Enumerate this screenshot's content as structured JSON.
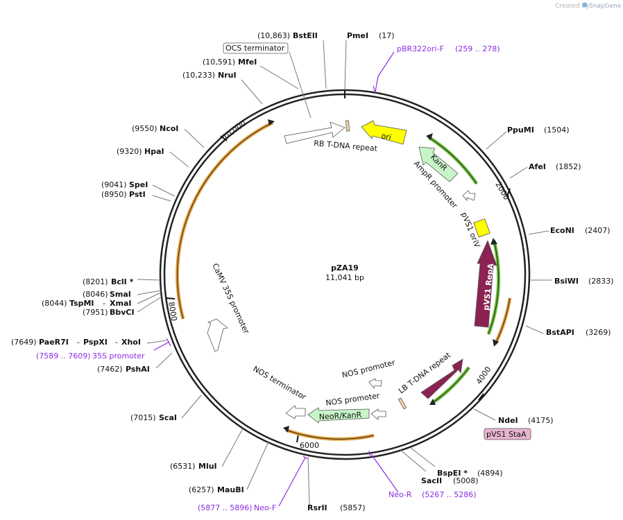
{
  "branding": {
    "credit_prefix": "Created by",
    "credit_app": "SnapGene"
  },
  "plasmid": {
    "name": "pZA19",
    "length_label": "11,041 bp"
  },
  "tick_labels": {
    "t2000": "2000",
    "t4000": "4000",
    "t6000": "6000",
    "t8000": "8000",
    "t10000": "10,000"
  },
  "sites": {
    "bsteii": {
      "name": "BstEII",
      "pos": "(10,863)"
    },
    "pmei": {
      "name": "PmeI",
      "pos": "(17)"
    },
    "mfei": {
      "name": "MfeI",
      "pos": "(10,591)"
    },
    "nrui": {
      "name": "NruI",
      "pos": "(10,233)"
    },
    "ncoi": {
      "name": "NcoI",
      "pos": "(9550)"
    },
    "hpai": {
      "name": "HpaI",
      "pos": "(9320)"
    },
    "spei": {
      "name": "SpeI",
      "pos": "(9041)"
    },
    "psti": {
      "name": "PstI",
      "pos": "(8950)"
    },
    "bcli": {
      "name": "BclI *",
      "pos": "(8201)"
    },
    "smai": {
      "name": "SmaI",
      "pos": "(8046)"
    },
    "tspmi": {
      "name": "TspMI",
      "sep": "-",
      "name2": "XmaI",
      "pos": "(8044)"
    },
    "bbvci": {
      "name": "BbvCI",
      "pos": "(7951)"
    },
    "paer7i": {
      "name": "PaeR7I",
      "sep1": "-",
      "name2": "PspXI",
      "sep2": "-",
      "name3": "XhoI",
      "pos": "(7649)"
    },
    "pshai": {
      "name": "PshAI",
      "pos": "(7462)"
    },
    "scai": {
      "name": "ScaI",
      "pos": "(7015)"
    },
    "mlui": {
      "name": "MluI",
      "pos": "(6531)"
    },
    "maubi": {
      "name": "MauBI",
      "pos": "(6257)"
    },
    "rsrii": {
      "name": "RsrII",
      "pos": "(5857)"
    },
    "saccii": {
      "name": "SacII",
      "pos": "(5008)"
    },
    "bspei": {
      "name": "BspEI *",
      "pos": "(4894)"
    },
    "ndei": {
      "name": "NdeI",
      "pos": "(4175)"
    },
    "bstapi": {
      "name": "BstAPI",
      "pos": "(3269)"
    },
    "bsiwi": {
      "name": "BsiWI",
      "pos": "(2833)"
    },
    "econi": {
      "name": "EcoNI",
      "pos": "(2407)"
    },
    "afei": {
      "name": "AfeI",
      "pos": "(1852)"
    },
    "ppumi": {
      "name": "PpuMI",
      "pos": "(1504)"
    }
  },
  "primers": {
    "pbr322": {
      "name": "pBR322ori-F",
      "range": "(259 .. 278)"
    },
    "promoter35s": {
      "name": "35S promoter",
      "range": "(7589 .. 7609)"
    },
    "neof": {
      "name": "Neo-F",
      "range": "(5877 .. 5896)"
    },
    "neor": {
      "name": "Neo-R",
      "range": "(5267 .. 5286)"
    }
  },
  "boxed_features": {
    "ocs": "OCS terminator",
    "staa": "pVS1 StaA"
  },
  "features": {
    "rb": "RB T-DNA repeat",
    "ori": "ori",
    "kanr": "KanR",
    "ampr_prom": "AmpR promoter",
    "oriv": "pVS1 oriV",
    "repa": "pVS1 RepA",
    "lb": "LB T-DNA repeat",
    "nos_prom1": "NOS promoter",
    "nos_prom2": "NOS promoter",
    "neor_kanr": "NeoR/KanR",
    "nos_term": "NOS terminator",
    "camv": "CaMV 35S promoter"
  },
  "colors": {
    "backbone": "#222222",
    "ori": "#ffff00",
    "kanr": "#c8f5c8",
    "repa": "#8b2252",
    "oriv": "#ffff00",
    "orf_arc": "#e8a33d",
    "orf_arc_green": "#6cbf3a",
    "primer": "#8a2be2",
    "staa_fill": "#e8b4d0",
    "rb_lb_bar": "#f5d0a8"
  }
}
